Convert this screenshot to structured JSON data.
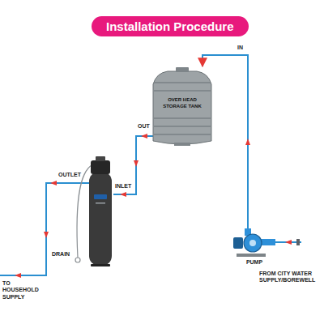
{
  "diagram": {
    "title": "Installation Procedure",
    "nodes": [
      {
        "text": [
          "OVER HEAD STORAGE TANK"
        ]
      },
      {
        "text": [
          "PUMP"
        ]
      }
    ],
    "edges": [
      {
        "from": 1,
        "to": 0,
        "arrow": "to",
        "label": "IN"
      }
    ],
    "labels": [
      "OUT",
      "INLET",
      "OUTLET",
      "DRAIN",
      "TO HOUSEHOLD SUPPLY",
      "FROM CITY WATER SUPPLY/BOREWELL"
    ]
  }
}
